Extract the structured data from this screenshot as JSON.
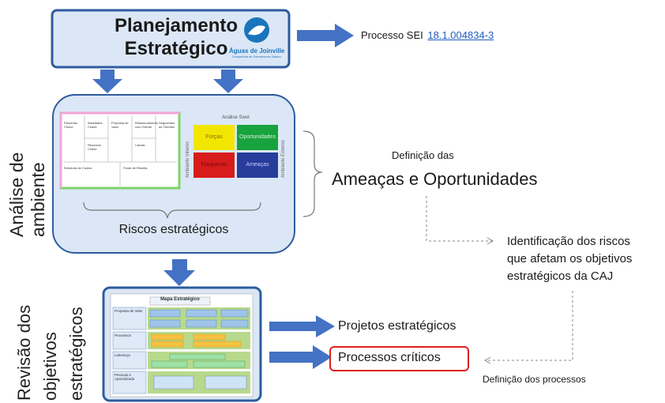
{
  "top_box": {
    "title_line1": "Planejamento",
    "title_line2": "Estratégico",
    "logo_name": "Águas de Joinville",
    "logo_subtitle": "Companhia de Saneamento Básico"
  },
  "processo_sei": {
    "label": "Processo SEI",
    "link": "18.1.004834-3"
  },
  "analise": {
    "side_label_line1": "Análise de",
    "side_label_line2": "ambiente",
    "riscos_label": "Riscos estratégicos",
    "swot": {
      "title": "Análise Swot",
      "cells": [
        "Forças",
        "Oportunidades",
        "Fraquezas",
        "Ameaças"
      ],
      "label_internal": "Ambiente Interno",
      "label_external": "Ambiente Externo"
    },
    "canvas_cells": [
      "Parcerias Chave",
      "Atividades Chave",
      "Proposta de Valor",
      "Relacionamento com Cliente",
      "Segmentos de Clientes",
      "Recursos Chave",
      "Canais",
      "Estrutura de Custos",
      "Fonte de Receita"
    ]
  },
  "definicao_ameacas": {
    "line1": "Definição das",
    "line2": "Ameaças e Oportunidades"
  },
  "identificacao": {
    "line1": "Identificação dos riscos",
    "line2": "que afetam os objetivos",
    "line3": "estratégicos da CAJ"
  },
  "revisao": {
    "label_line1": "Revisão dos",
    "label_line2": "objetivos",
    "label_line3": "estratégicos",
    "mapa_title": "Mapa Estratégico",
    "perspectives": [
      "Proposta de Valor",
      "Processos",
      "Liderança",
      "Pessoas e Aprendizado"
    ]
  },
  "projetos": {
    "label": "Projetos estratégicos"
  },
  "processos_criticos": {
    "label": "Processos críticos"
  },
  "definicao_processos": {
    "label": "Definição dos processos"
  },
  "colors": {
    "arrow": "#4472c4",
    "box_fill": "#dbe7f6",
    "box_border": "#2e5c9e",
    "link": "#1f5fbf",
    "highlight_border": "#e02020",
    "swot_green": "#17a33d",
    "swot_yellow": "#f2e600",
    "swot_red": "#d81c1c",
    "swot_blue": "#283c9c"
  }
}
